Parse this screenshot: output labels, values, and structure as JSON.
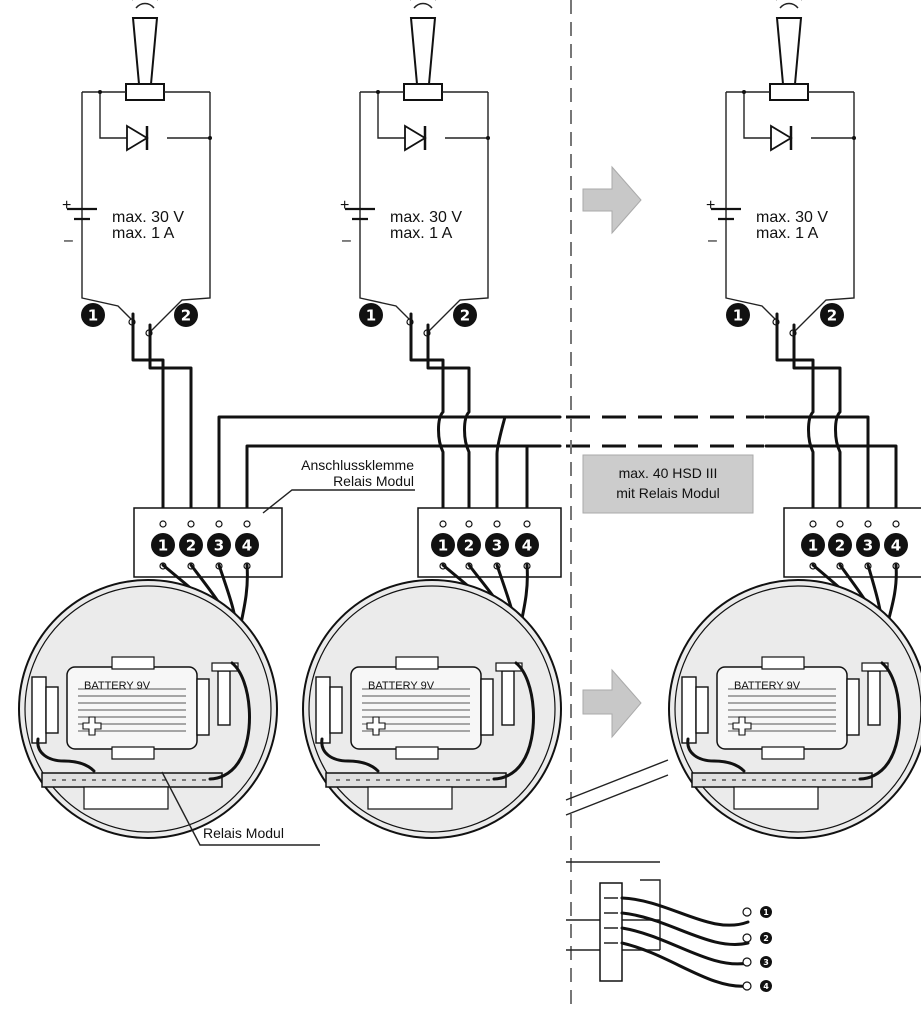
{
  "labels": {
    "spec_volt": "max. 30 V",
    "spec_amp": "max. 1 A",
    "plus": "+",
    "minus": "–",
    "terminal_line1": "Anschlussklemme",
    "terminal_line2": "Relais Modul",
    "max_line1": "max. 40 HSD III",
    "max_line2": "mit Relais Modul",
    "battery": "BATTERY 9V",
    "relay_module": "Relais Modul"
  },
  "contact_numbers": [
    "1",
    "2"
  ],
  "terminal_numbers": [
    "1",
    "2",
    "3",
    "4"
  ],
  "colors": {
    "line": "#111111",
    "shaded_box": "#cccccc",
    "arrow": "#c8c8c8",
    "device_fill": "#ebebeb"
  }
}
